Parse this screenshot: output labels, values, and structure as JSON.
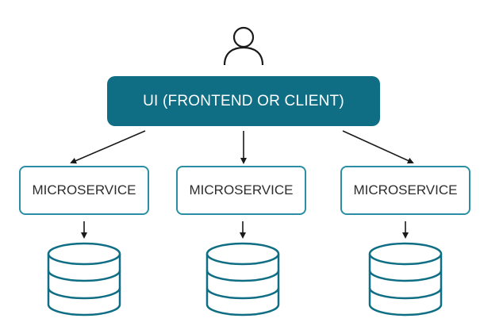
{
  "diagram": {
    "ui_label": "UI (FRONTEND OR CLIENT)",
    "microservices": [
      "MICROSERVICE",
      "MICROSERVICE",
      "MICROSERVICE"
    ],
    "colors": {
      "primary": "#0f6e84",
      "border": "#2b8ea5",
      "stroke": "#1a1a1a",
      "text": "#2d2d2d"
    },
    "icons": {
      "user": "user-icon",
      "database": "database-icon"
    }
  }
}
